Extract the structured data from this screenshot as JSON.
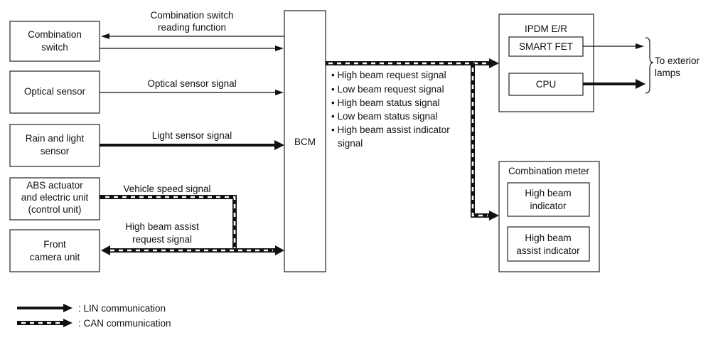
{
  "diagram": {
    "left_units": {
      "combination_switch": [
        "Combination",
        "switch"
      ],
      "optical_sensor": [
        "Optical sensor"
      ],
      "rain_light_sensor": [
        "Rain and light",
        "sensor"
      ],
      "abs_unit": [
        "ABS actuator",
        "and electric unit",
        "(control unit)"
      ],
      "front_camera": [
        "Front",
        "camera unit"
      ]
    },
    "bcm_label": "BCM",
    "signals": {
      "combo_reading": [
        "Combination switch",
        "reading function"
      ],
      "optical": "Optical sensor signal",
      "light": "Light sensor signal",
      "vehicle_speed": "Vehicle speed signal",
      "hba_request": [
        "High beam assist",
        "request signal"
      ]
    },
    "can_signal_list": [
      "• High beam request signal",
      "• Low beam request signal",
      "• High beam status signal",
      "• Low beam status signal",
      "• High beam assist indicator",
      "signal"
    ],
    "ipdm": {
      "title": "IPDM E/R",
      "smart_fet": "SMART FET",
      "cpu": "CPU",
      "output_label": [
        "To exterior",
        "lamps"
      ]
    },
    "combination_meter": {
      "title": "Combination meter",
      "hb_indicator": [
        "High beam",
        "indicator"
      ],
      "hba_indicator": [
        "High beam",
        "assist indicator"
      ]
    },
    "legend": {
      "lin": ": LIN communication",
      "can": ": CAN communication"
    }
  }
}
